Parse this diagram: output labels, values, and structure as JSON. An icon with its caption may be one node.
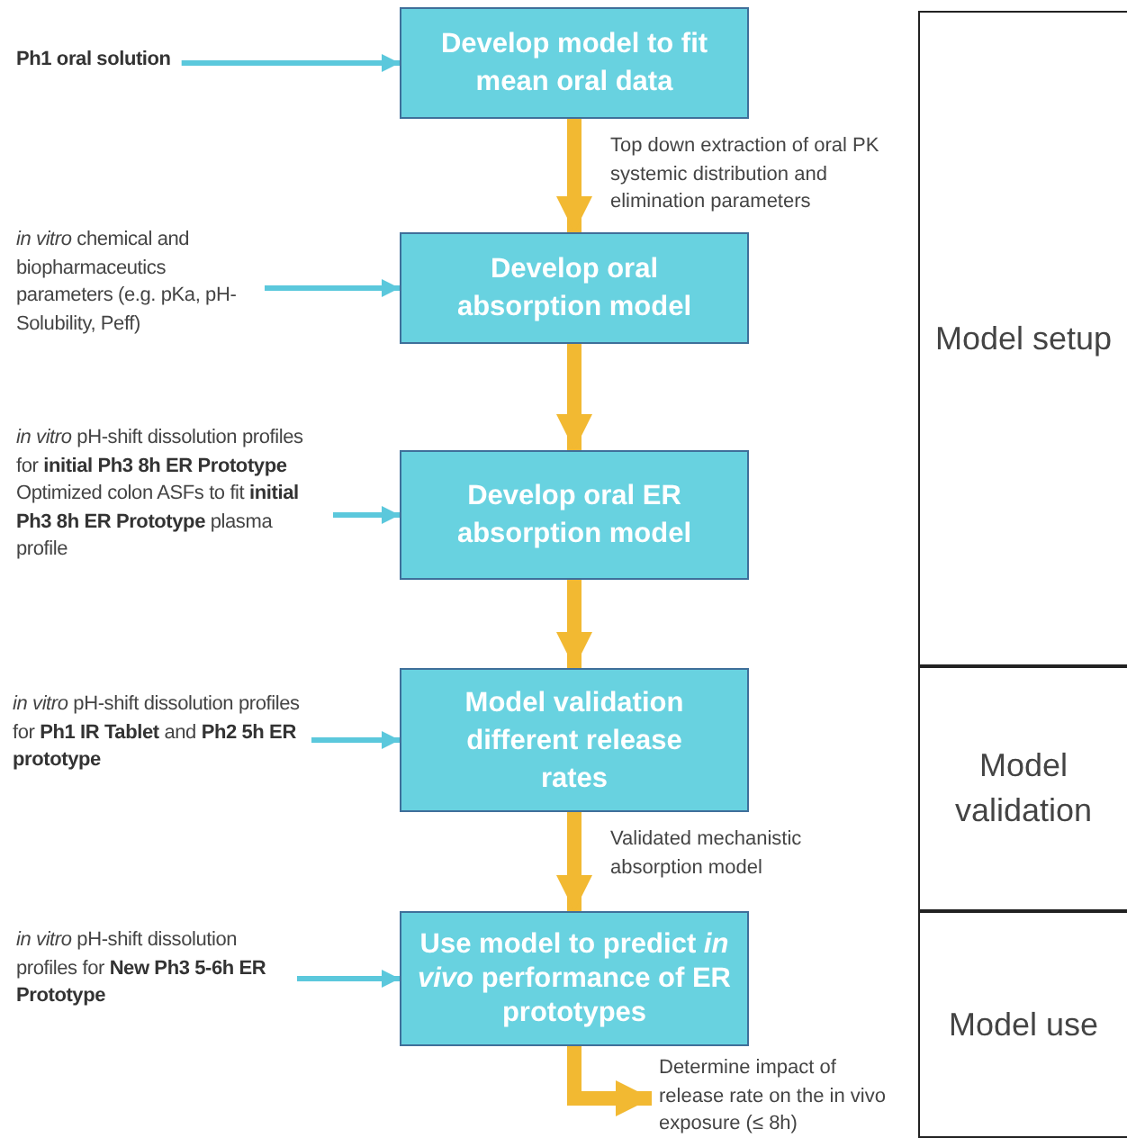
{
  "diagram": {
    "nodes": [
      {
        "text": [
          "**Ph1 oral solution**"
        ]
      },
      {
        "text": [
          "Develop model to fit mean oral data"
        ]
      },
      {
        "text": [
          "*in vitro* chemical and biopharmaceutics parameters (e.g. pKa, pH-Solubility, Peff)"
        ]
      },
      {
        "text": [
          "Develop oral absorption model"
        ]
      },
      {
        "text": [
          "*in vitro* pH-shift dissolution profiles for **initial Ph3 8h ER Prototype**",
          "Optimized colon ASFs to fit **initial Ph3 8h ER Prototype** plasma profile"
        ]
      },
      {
        "text": [
          "Develop oral ER absorption model"
        ]
      },
      {
        "text": [
          "*in vitro* pH-shift dissolution profiles for **Ph1 IR Tablet** and **Ph2 5h ER prototype**"
        ]
      },
      {
        "text": [
          "Model validation different release rates"
        ]
      },
      {
        "text": [
          "*in vitro* pH-shift dissolution profiles for **New Ph3 5-6h ER Prototype**"
        ]
      },
      {
        "text": [
          "Use model to predict *in vivo*  performance of ER prototypes"
        ]
      },
      {
        "text": [
          "Determine impact of release rate on the in vivo exposure (≤ 8h)"
        ]
      },
      {
        "text": [
          "Model setup"
        ]
      },
      {
        "text": [
          "Model validation"
        ]
      },
      {
        "text": [
          "Model use"
        ]
      }
    ],
    "edges": [
      {
        "from": 0,
        "to": 1,
        "arrow": "to",
        "color": "#5bc8dc"
      },
      {
        "from": 1,
        "to": 3,
        "arrow": "to",
        "label": "Top down extraction of oral PK systemic distribution and elimination parameters",
        "style": "thick",
        "color": "#f2b932"
      },
      {
        "from": 2,
        "to": 3,
        "arrow": "to",
        "color": "#5bc8dc"
      },
      {
        "from": 3,
        "to": 5,
        "arrow": "to",
        "style": "thick",
        "color": "#f2b932"
      },
      {
        "from": 4,
        "to": 5,
        "arrow": "to",
        "color": "#5bc8dc"
      },
      {
        "from": 5,
        "to": 7,
        "arrow": "to",
        "style": "thick",
        "color": "#f2b932"
      },
      {
        "from": 6,
        "to": 7,
        "arrow": "to",
        "color": "#5bc8dc"
      },
      {
        "from": 7,
        "to": 9,
        "arrow": "to",
        "label": "Validated mechanistic absorption model",
        "style": "thick",
        "color": "#f2b932"
      },
      {
        "from": 8,
        "to": 9,
        "arrow": "to",
        "color": "#5bc8dc"
      },
      {
        "from": 9,
        "to": 10,
        "arrow": "to",
        "style": "thick",
        "color": "#f2b932"
      }
    ]
  }
}
